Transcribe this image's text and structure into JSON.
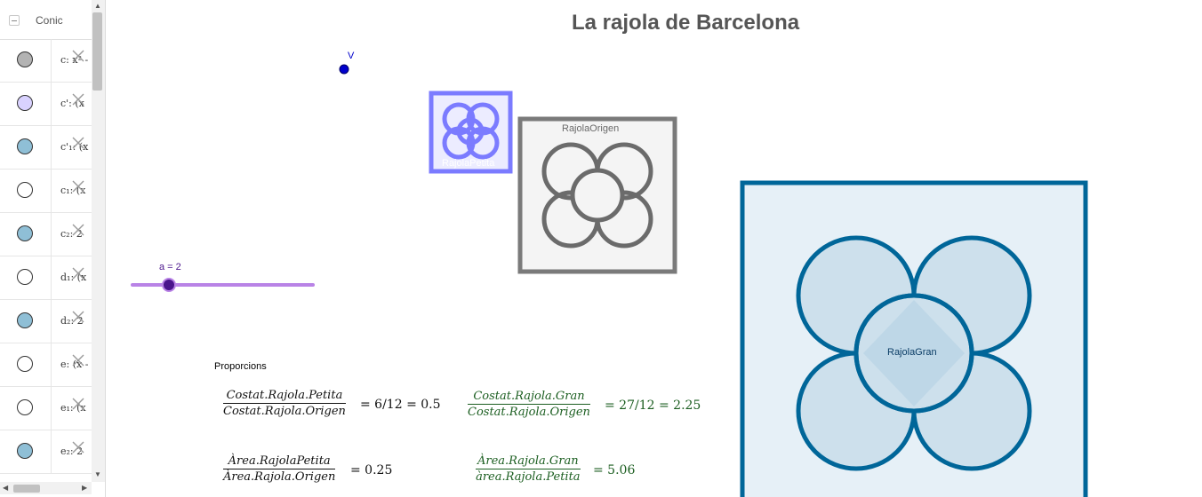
{
  "algebra": {
    "header": "Conic",
    "rows": [
      {
        "name": "c",
        "text": "c: x² -",
        "color": "#b3b3b3"
      },
      {
        "name": "c-prime",
        "text": "c': (x",
        "color": "#d9d2ff"
      },
      {
        "name": "c-prime-1",
        "text": "c'₁: (x",
        "color": "#8fbfd6"
      },
      {
        "name": "c1",
        "text": "c₁: (x",
        "color": "#ffffff"
      },
      {
        "name": "c2",
        "text": "c₂: 2",
        "color": "#8fbfd6"
      },
      {
        "name": "d1",
        "text": "d₁: (x",
        "color": "#ffffff"
      },
      {
        "name": "d2",
        "text": "d₂: 2",
        "color": "#8fbfd6"
      },
      {
        "name": "e",
        "text": "e: (x -",
        "color": "#ffffff"
      },
      {
        "name": "e1",
        "text": "e₁: (x",
        "color": "#ffffff"
      },
      {
        "name": "e2",
        "text": "e₂: 2",
        "color": "#8fbfd6"
      }
    ]
  },
  "graphics": {
    "title": "La rajola de Barcelona",
    "point_label": "V",
    "slider_label": "a = 2",
    "slider_value": 2,
    "tile_small_label": "RajolaPetita",
    "tile_origin_label": "RajolaOrigen",
    "tile_big_label": "RajolaGran",
    "proportions_heading": "Proporcions",
    "formulas": {
      "f1_num": "Costat.Rajola.Petita",
      "f1_den": "Costat.Rajola.Origen",
      "f1_rhs": "= 6/12 = 0.5",
      "f2_num": "Costat.Rajola.Gran",
      "f2_den": "Costat.Rajola.Origen",
      "f2_rhs": "= 27/12 = 2.25",
      "f3_num": "Àrea.RajolaPetita",
      "f3_den": "Àrea.Rajola.Origen",
      "f3_rhs": "= 0.25",
      "f4_num": "Àrea.Rajola.Gran",
      "f4_den": "àrea.Rajola.Petita",
      "f4_rhs": "= 5.06"
    },
    "colors": {
      "small": "#7b7bff",
      "origin": "#6b6b6b",
      "big": "#006699",
      "slider": "#b983e6",
      "formula_green": "#1b5e20"
    }
  }
}
